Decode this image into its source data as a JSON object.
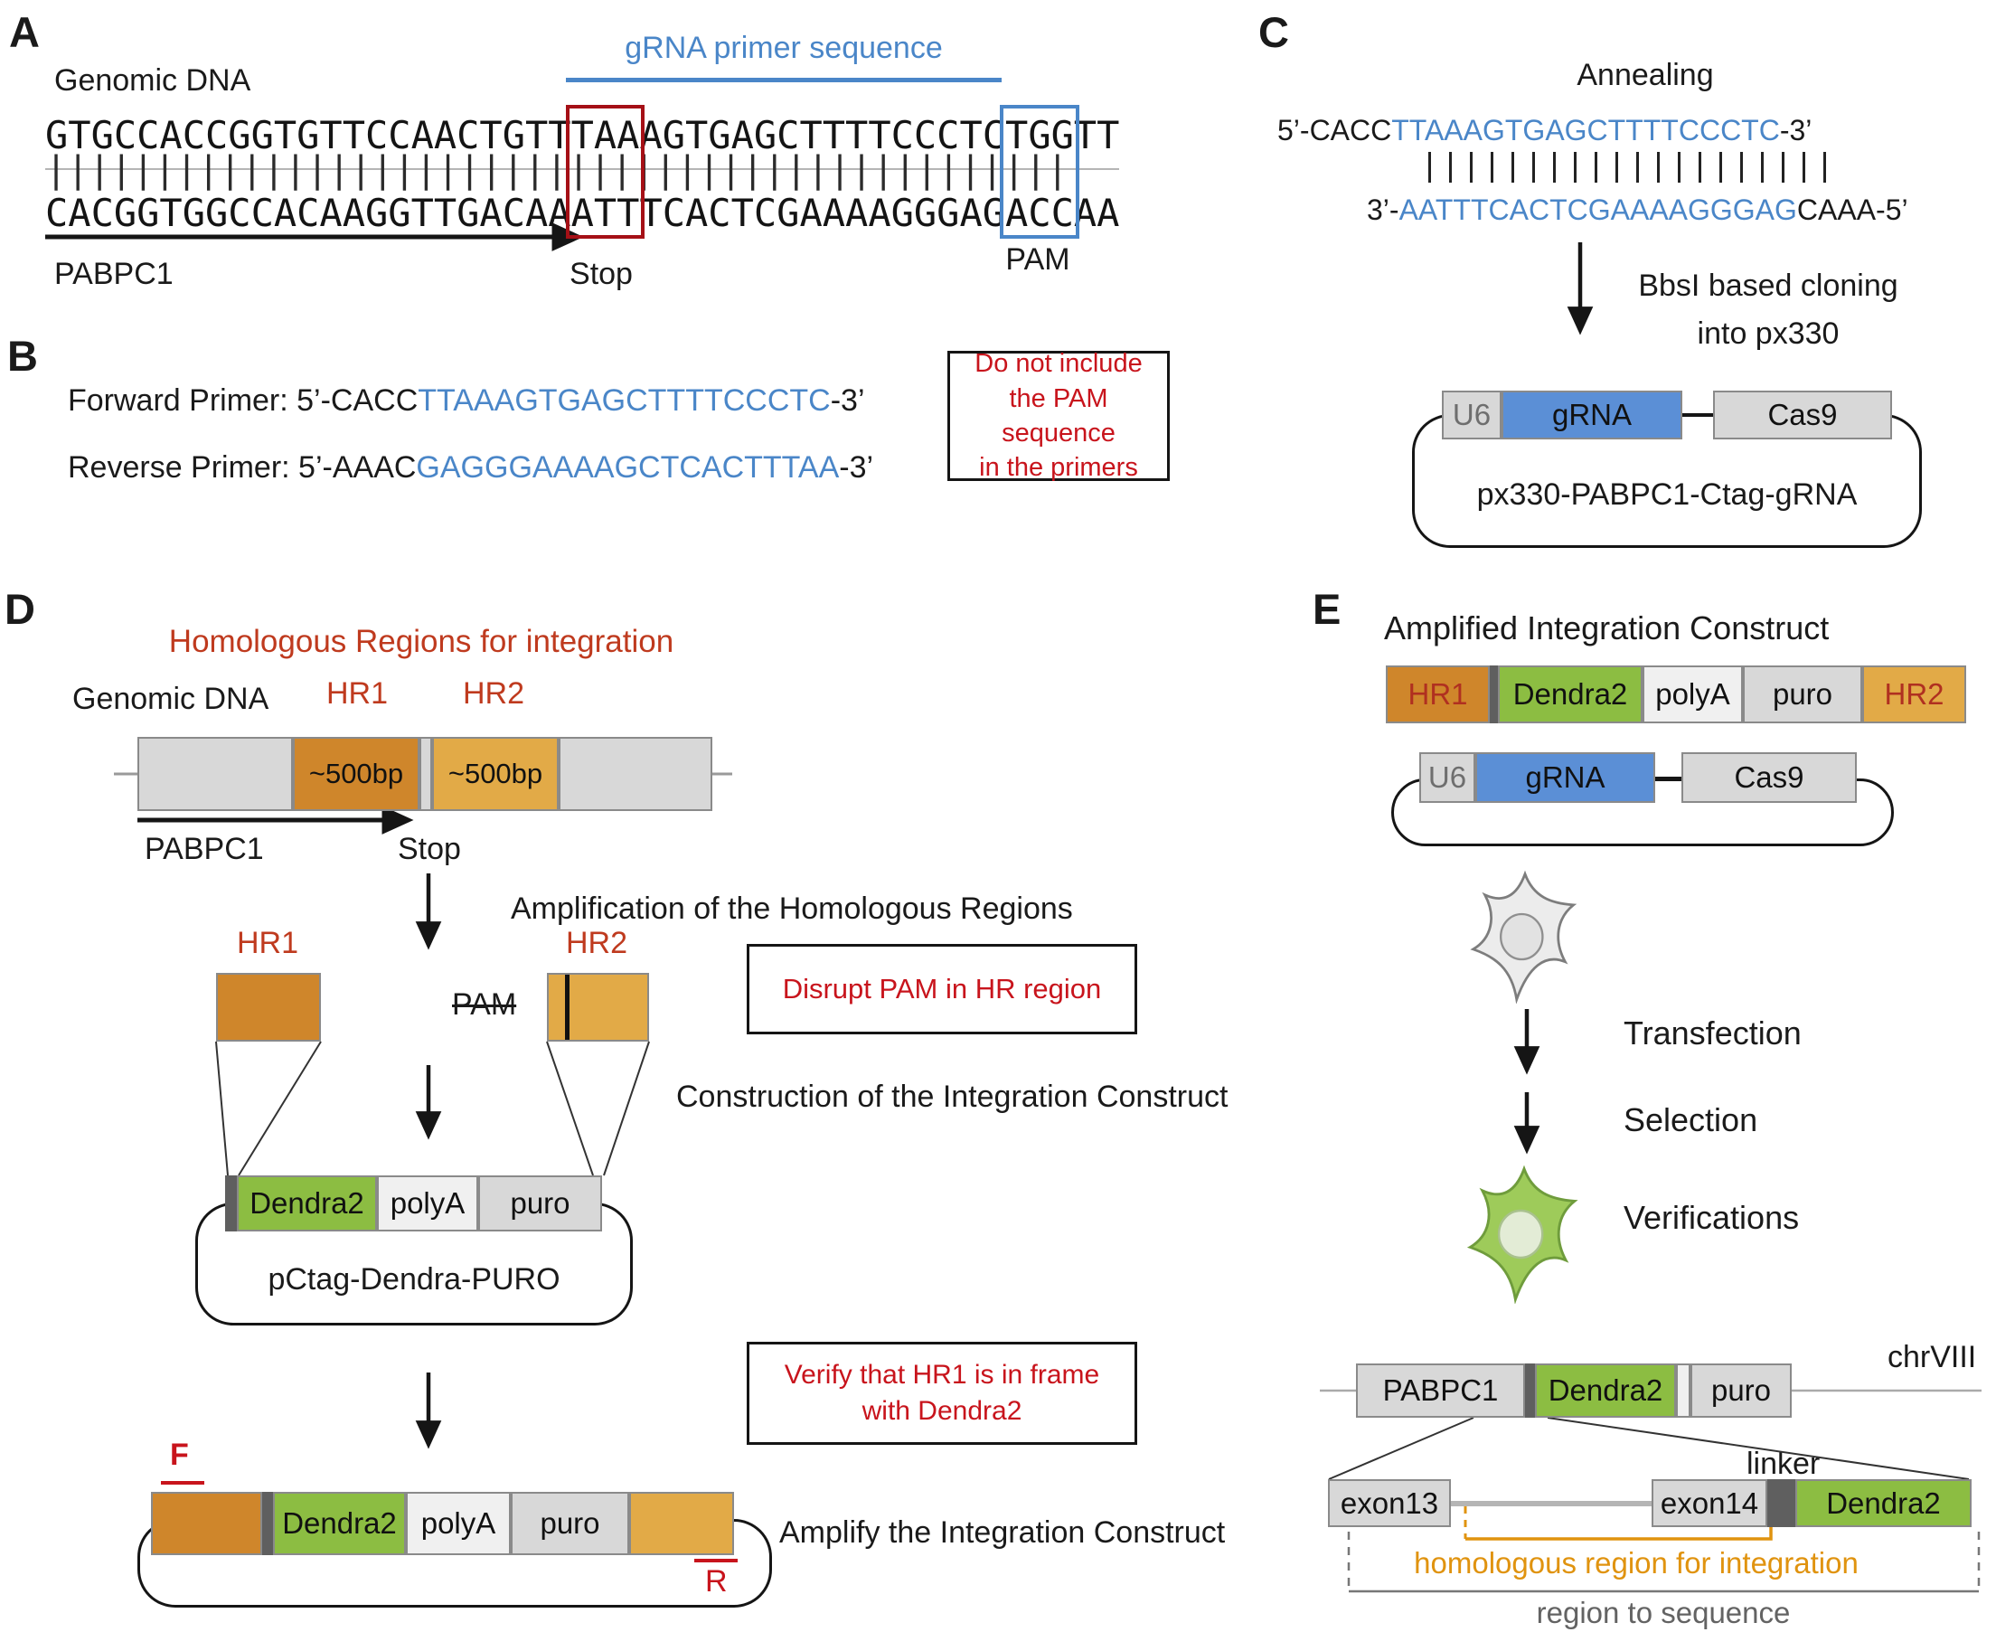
{
  "colors": {
    "sequence_blue": "#4a86c8",
    "grna_blue": "#5b8fd6",
    "warning_red": "#c8141c",
    "hr_brick_red": "#bf3a1e",
    "hr1_orange": "#cf862b",
    "hr2_orange": "#e2aa47",
    "dendra_green": "#8cbd42",
    "annotation_orange": "#e0930f",
    "box_gray": "#d8d8d8"
  },
  "panel_a": {
    "label": "A",
    "genomic_dna": "Genomic DNA",
    "grna_primer_label": "gRNA primer sequence",
    "top_strand": {
      "pre": "GTGCCACCGGTGTTCCAACTGTT",
      "stop": "TAA",
      "mid": "AGTGAGCTTTTCCCTC",
      "pam": "TGG",
      "post": "TT"
    },
    "bottom_strand": {
      "pre": "CACGGTGGCCACAAGGTTGACAA",
      "stop": "ATT",
      "mid": "TCACTCGAAAAGGGAG",
      "pam": "ACC",
      "post": "AA"
    },
    "tick_count": "47",
    "gene": "PABPC1",
    "stop_label": "Stop",
    "pam_label": "PAM"
  },
  "panel_b": {
    "label": "B",
    "forward": {
      "prefix": "Forward Primer: 5’-CACC",
      "core": "TTAAAGTGAGCTTTTCCCTC",
      "suffix": "-3’"
    },
    "reverse": {
      "prefix": "Reverse Primer: 5’-AAAC",
      "core": "GAGGGAAAAGCTCACTTTAA",
      "suffix": "-3’"
    },
    "note": {
      "line1": "Do not include",
      "line2": "the PAM sequence",
      "line3": "in the primers"
    }
  },
  "panel_c": {
    "label": "C",
    "annealing": "Annealing",
    "top_oligo": {
      "prefix": "5’-CACC",
      "core": "TTAAAGTGAGCTTTTCCCTC",
      "suffix": "-3’"
    },
    "bottom_oligo": {
      "prefix": "3’-",
      "core": "AATTTCACTCGAAAAGGGAG",
      "suffix": "CAAA-5’"
    },
    "tick_count": "20",
    "cloning": {
      "line1": "BbsI based cloning",
      "line2": "into px330"
    },
    "plasmid": {
      "u6": "U6",
      "grna": "gRNA",
      "cas9": "Cas9",
      "name": "px330-PABPC1-Ctag-gRNA"
    }
  },
  "panel_d": {
    "label": "D",
    "title": "Homologous Regions for integration",
    "genomic_dna": "Genomic DNA",
    "hr1": "HR1",
    "hr2": "HR2",
    "hr1_size": "~500bp",
    "hr2_size": "~500bp",
    "gene": "PABPC1",
    "stop_label": "Stop",
    "step_amplification": "Amplification of the Homologous Regions",
    "pam_strike": "PAM",
    "note_disrupt": "Disrupt PAM in HR region",
    "step_construction": "Construction of the Integration Construct",
    "vector": {
      "dendra2": "Dendra2",
      "polya": "polyA",
      "puro": "puro",
      "name": "pCtag-Dendra-PURO"
    },
    "note_verify": {
      "line1": "Verify that HR1 is in frame",
      "line2": "with Dendra2"
    },
    "forward_primer": "F",
    "reverse_primer": "R",
    "step_amplify": "Amplify the Integration Construct"
  },
  "panel_e": {
    "label": "E",
    "title": "Amplified Integration Construct",
    "construct": {
      "hr1": "HR1",
      "dendra2": "Dendra2",
      "polya": "polyA",
      "puro": "puro",
      "hr2": "HR2"
    },
    "plasmid": {
      "u6": "U6",
      "grna": "gRNA",
      "cas9": "Cas9"
    },
    "step_transfection": "Transfection",
    "step_selection": "Selection",
    "step_verifications": "Verifications",
    "chromosome": {
      "gene": "PABPC1",
      "dendra2": "Dendra2",
      "puro": "puro",
      "name": "chrVIII"
    },
    "insertion": {
      "exon13": "exon13",
      "exon14": "exon14",
      "linker": "linker",
      "dendra2": "Dendra2"
    },
    "bracket_homologous": "homologous region for integration",
    "bracket_sequence": "region to sequence"
  }
}
